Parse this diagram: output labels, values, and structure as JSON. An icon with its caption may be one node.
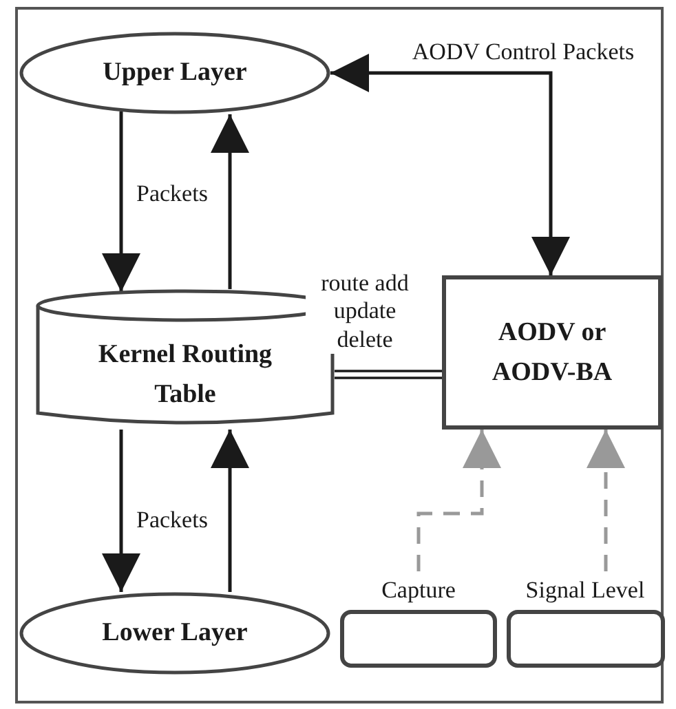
{
  "diagram": {
    "nodes": [
      {
        "text": [
          "Upper Layer"
        ]
      },
      {
        "text": [
          "Kernel Routing Table"
        ]
      },
      {
        "text": [
          "AODV or AODV-BA"
        ]
      },
      {
        "text": [
          "Lower Layer"
        ]
      },
      {
        "text": [],
        "shape": "box",
        "beside": [
          "Capture"
        ]
      },
      {
        "text": [],
        "shape": "box",
        "beside": [
          "Signal Level"
        ]
      }
    ],
    "edges": [
      {
        "from": 0,
        "to": 1,
        "arrow": "to"
      },
      {
        "from": 1,
        "to": 0,
        "arrow": "to"
      },
      {
        "from": 2,
        "to": 0,
        "arrow": "both",
        "label": "AODV Control Packets"
      },
      {
        "from": 1,
        "to": 2,
        "arrow": "none",
        "label": "route add update delete"
      },
      {
        "from": 1,
        "to": 3,
        "arrow": "to"
      },
      {
        "from": 3,
        "to": 1,
        "arrow": "to"
      },
      {
        "from": 4,
        "to": 2,
        "arrow": "to",
        "style": "dashed",
        "color": "#999999"
      },
      {
        "from": 5,
        "to": 2,
        "arrow": "to",
        "style": "dashed",
        "color": "#999999"
      }
    ],
    "labels": [
      "Packets",
      "Packets"
    ]
  }
}
